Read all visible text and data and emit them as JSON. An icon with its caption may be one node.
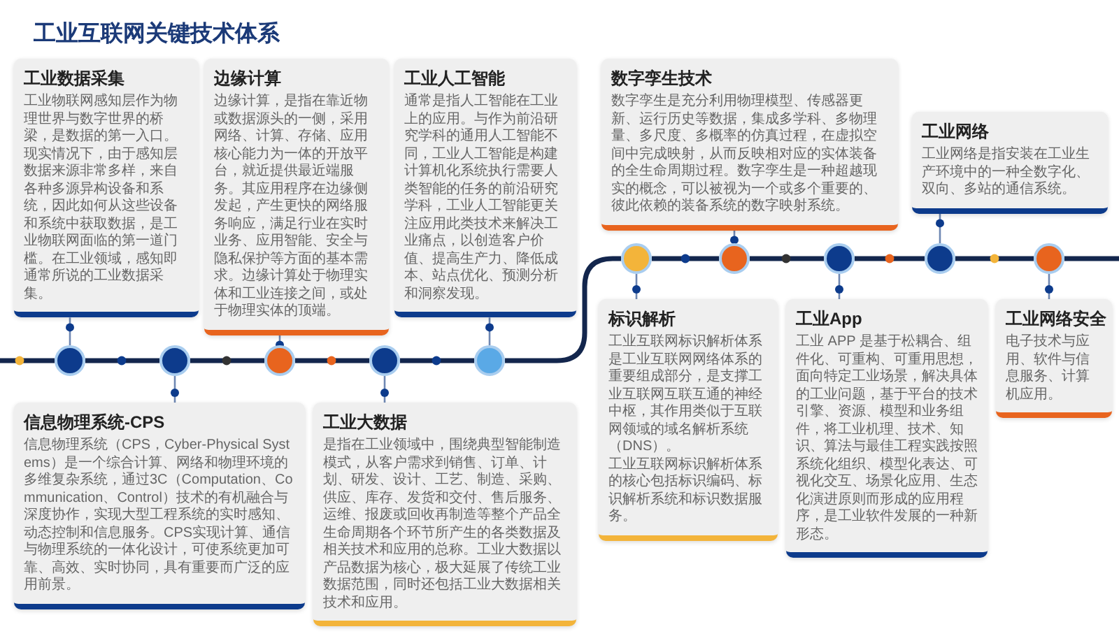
{
  "diagram": {
    "title": "工业互联网关键技术体系",
    "nodes": [
      {
        "text": [
          "工业数据采集",
          "工业物联网感知层作为物理世界与数字世界的桥梁，是数据的第一入口。现实情况下，由于感知层数据来源非常多样，来自各种多源异构设备和系统，因此如何从这些设备和系统中获取数据，是工业物联网面临的第一道门槛。在工业领域，感知即通常所说的工业数据采集。"
        ]
      },
      {
        "text": [
          "边缘计算",
          "边缘计算，是指在靠近物或数据源头的一侧，采用网络、计算、存储、应用核心能力为一体的开放平台，就近提供最近端服务。其应用程序在边缘侧发起，产生更快的网络服务响应，满足行业在实时业务、应用智能、安全与隐私保护等方面的基本需求。边缘计算处于物理实体和工业连接之间，或处于物理实体的顶端。"
        ]
      },
      {
        "text": [
          "工业人工智能",
          "通常是指人工智能在工业上的应用。与作为前沿研究学科的通用人工智能不同，工业人工智能是构建计算机化系统执行需要人类智能的任务的前沿研究学科，工业人工智能更关注应用此类技术来解决工业痛点，以创造客户价值、提高生产力、降低成本、站点优化、预测分析和洞察发现。"
        ]
      },
      {
        "text": [
          "数字孪生技术",
          "数字孪生是充分利用物理模型、传感器更新、运行历史等数据，集成多学科、多物理量、多尺度、多概率的仿真过程，在虚拟空间中完成映射，从而反映相对应的实体装备的全生命周期过程。数字孪生是一种超越现实的概念，可以被视为一个或多个重要的、彼此依赖的装备系统的数字映射系统。"
        ]
      },
      {
        "text": [
          "工业网络",
          "工业网络是指安装在工业生产环境中的一种全数字化、双向、多站的通信系统。"
        ]
      },
      {
        "text": [
          "信息物理系统-CPS",
          "信息物理系统（CPS，Cyber-Physical Systems）是一个综合计算、网络和物理环境的多维复杂系统，通过3C（Computation、Communication、Control）技术的有机融合与深度协作，实现大型工程系统的实时感知、动态控制和信息服务。CPS实现计算、通信与物理系统的一体化设计，可使系统更加可靠、高效、实时协同，具有重要而广泛的应用前景。"
        ]
      },
      {
        "text": [
          "工业大数据",
          "是指在工业领域中，围绕典型智能制造模式，从客户需求到销售、订单、计划、研发、设计、工艺、制造、采购、供应、库存、发货和交付、售后服务、运维、报废或回收再制造等整个产品全生命周期各个环节所产生的各类数据及相关技术和应用的总称。工业大数据以产品数据为核心，极大延展了传统工业数据范围，同时还包括工业大数据相关技术和应用。"
        ]
      },
      {
        "text": [
          "标识解析",
          "工业互联网标识解析体系是工业互联网网络体系的重要组成部分，是支撑工业互联网互联互通的神经中枢，其作用类似于互联网领域的域名解析系统（DNS）。",
          "工业互联网标识解析体系的核心包括标识编码、标识解析系统和标识数据服务。"
        ]
      },
      {
        "text": [
          "工业App",
          "工业 APP 是基于松耦合、组件化、可重构、可重用思想，面向特定工业场景，解决具体的工业问题，基于平台的技术引擎、资源、模型和业务组件，将工业机理、技术、知识、算法与最佳工程实践按照系统化组织、模型化表达、可视化交互、场景化应用、生态化演进原则而形成的应用程序，是工业软件发展的一种新形态。"
        ]
      },
      {
        "text": [
          "工业网络安全",
          "电子技术与应用、软件与信息服务、计算机应用。"
        ]
      },
      {
        "text": [],
        "shape": "circle"
      },
      {
        "text": [],
        "shape": "circle"
      },
      {
        "text": [],
        "shape": "circle"
      },
      {
        "text": [],
        "shape": "circle"
      },
      {
        "text": [],
        "shape": "circle"
      },
      {
        "text": [],
        "shape": "circle"
      },
      {
        "text": [],
        "shape": "circle"
      },
      {
        "text": [],
        "shape": "circle"
      },
      {
        "text": [],
        "shape": "circle"
      },
      {
        "text": [],
        "shape": "circle"
      }
    ],
    "edges": [
      {
        "from": 0,
        "to": 10,
        "arrow": "none"
      },
      {
        "from": 1,
        "to": 12,
        "arrow": "none"
      },
      {
        "from": 2,
        "to": 14,
        "arrow": "none"
      },
      {
        "from": 3,
        "to": 16,
        "arrow": "none"
      },
      {
        "from": 4,
        "to": 18,
        "arrow": "none"
      },
      {
        "from": 5,
        "to": 11,
        "arrow": "none"
      },
      {
        "from": 6,
        "to": 13,
        "arrow": "none"
      },
      {
        "from": 7,
        "to": 15,
        "arrow": "none"
      },
      {
        "from": 8,
        "to": 17,
        "arrow": "none"
      },
      {
        "from": 9,
        "to": 19,
        "arrow": "none"
      },
      {
        "from": 10,
        "to": 11,
        "arrow": "none",
        "style": "thick",
        "color": "#13264d"
      },
      {
        "from": 11,
        "to": 12,
        "arrow": "none",
        "style": "thick",
        "color": "#13264d"
      },
      {
        "from": 12,
        "to": 13,
        "arrow": "none",
        "style": "thick",
        "color": "#13264d"
      },
      {
        "from": 13,
        "to": 14,
        "arrow": "none",
        "style": "thick",
        "color": "#13264d"
      },
      {
        "from": 14,
        "to": 15,
        "arrow": "none",
        "style": "thick",
        "color": "#13264d"
      },
      {
        "from": 15,
        "to": 16,
        "arrow": "none",
        "style": "thick",
        "color": "#13264d"
      },
      {
        "from": 16,
        "to": 17,
        "arrow": "none",
        "style": "thick",
        "color": "#13264d"
      },
      {
        "from": 17,
        "to": 18,
        "arrow": "none",
        "style": "thick",
        "color": "#13264d"
      },
      {
        "from": 18,
        "to": 19,
        "arrow": "none",
        "style": "thick",
        "color": "#13264d"
      }
    ]
  }
}
